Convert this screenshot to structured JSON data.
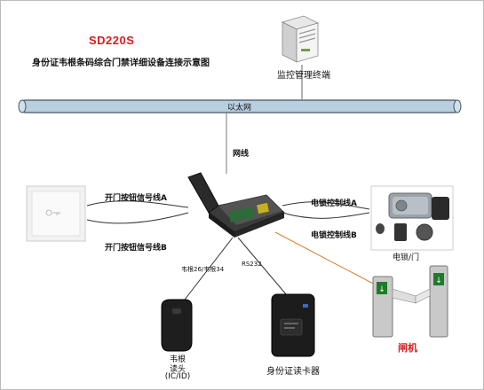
{
  "title": "SD220S",
  "subtitle": "身份证韦根条码综合门禁详细设备连接示意图",
  "server_label": "监控管理终端",
  "network_bar_label": "以太网",
  "network_cable_label": "网线",
  "exit_button_signal_a": "开门按钮信号线A",
  "exit_button_signal_b": "开门按钮信号线B",
  "lock_control_a": "电锁控制线A",
  "lock_control_b": "电锁控制线B",
  "lock_label": "电锁/门",
  "wiegand_wire_label": "韦根26/韦根34",
  "rs232_label": "RS232",
  "wiegand_reader_label_line1": "韦根",
  "wiegand_reader_label_line2": "读头",
  "wiegand_reader_label_line3": "(IC/ID)",
  "id_reader_label": "身份证读卡器",
  "turnstile_label": "闸机",
  "colors": {
    "title_red": "#d42020",
    "bar_blue": "#b8cfe0",
    "connector_orange": "#d88030"
  }
}
